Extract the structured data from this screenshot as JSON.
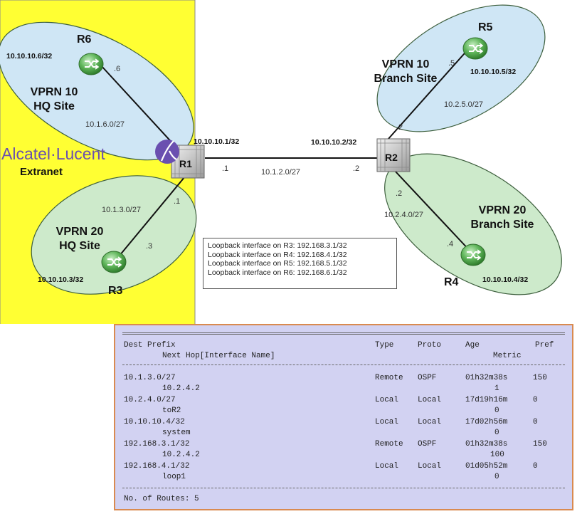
{
  "extranet": {
    "brand_left": "Alcatel",
    "brand_dot": "·",
    "brand_right": "Lucent",
    "label": "Extranet"
  },
  "sites": {
    "hq10": {
      "line1": "VPRN 10",
      "line2": "HQ Site",
      "subnet": "10.1.6.0/27"
    },
    "hq20": {
      "line1": "VPRN 20",
      "line2": "HQ Site",
      "subnet": "10.1.3.0/27"
    },
    "br10": {
      "line1": "VPRN 10",
      "line2": "Branch Site",
      "subnet": "10.2.5.0/27"
    },
    "br20": {
      "line1": "VPRN 20",
      "line2": "Branch Site",
      "subnet": "10.2.4.0/27"
    }
  },
  "routers": {
    "r6": {
      "name": "R6",
      "system": "10.10.10.6/32",
      "if": ".6"
    },
    "r3": {
      "name": "R3",
      "system": "10.10.10.3/32",
      "if": ".3"
    },
    "r5": {
      "name": "R5",
      "system": "10.10.10.5/32",
      "if": ".5"
    },
    "r4": {
      "name": "R4",
      "system": "10.10.10.4/32",
      "if": ".4"
    },
    "r1": {
      "name": "R1",
      "system": "10.10.10.1/32",
      "if_core": ".1",
      "if_hq20": ".1"
    },
    "r2": {
      "name": "R2",
      "system": "10.10.10.2/32",
      "if_core": ".2",
      "if_br10": ".2",
      "if_br20": ".2"
    }
  },
  "core_link": {
    "subnet": "10.1.2.0/27"
  },
  "loopbacks": [
    "Loopback interface on R3: 192.168.3.1/32",
    "Loopback interface on R4: 192.168.4.1/32",
    "Loopback interface on R5: 192.168.5.1/32",
    "Loopback interface on R6: 192.168.6.1/32"
  ],
  "route_table": {
    "header": {
      "dest_prefix": "Dest Prefix",
      "next_hop": "Next Hop[Interface Name]",
      "type": "Type",
      "proto": "Proto",
      "age": "Age",
      "metric": "Metric",
      "pref": "Pref"
    },
    "rows": [
      {
        "prefix": "10.1.3.0/27",
        "nexthop": "10.2.4.2",
        "type": "Remote",
        "proto": "OSPF",
        "age": "01h32m38s",
        "metric": "1",
        "pref": "150"
      },
      {
        "prefix": "10.2.4.0/27",
        "nexthop": "toR2",
        "type": "Local",
        "proto": "Local",
        "age": "17d19h16m",
        "metric": "0",
        "pref": "0"
      },
      {
        "prefix": "10.10.10.4/32",
        "nexthop": "system",
        "type": "Local",
        "proto": "Local",
        "age": "17d02h56m",
        "metric": "0",
        "pref": "0"
      },
      {
        "prefix": "192.168.3.1/32",
        "nexthop": "10.2.4.2",
        "type": "Remote",
        "proto": "OSPF",
        "age": "01h32m38s",
        "metric": "100",
        "pref": "150"
      },
      {
        "prefix": "192.168.4.1/32",
        "nexthop": "loop1",
        "type": "Local",
        "proto": "Local",
        "age": "01d05h52m",
        "metric": "0",
        "pref": "0"
      }
    ],
    "footer": "No. of Routes: 5"
  },
  "colors": {
    "extranet_bg": "#ffff33",
    "vprn10_fill": "#cfe6f5",
    "vprn20_fill": "#cdeacb",
    "router_green": "#5fb55a",
    "table_bg": "#d2d2f2",
    "table_border": "#d98a50"
  }
}
